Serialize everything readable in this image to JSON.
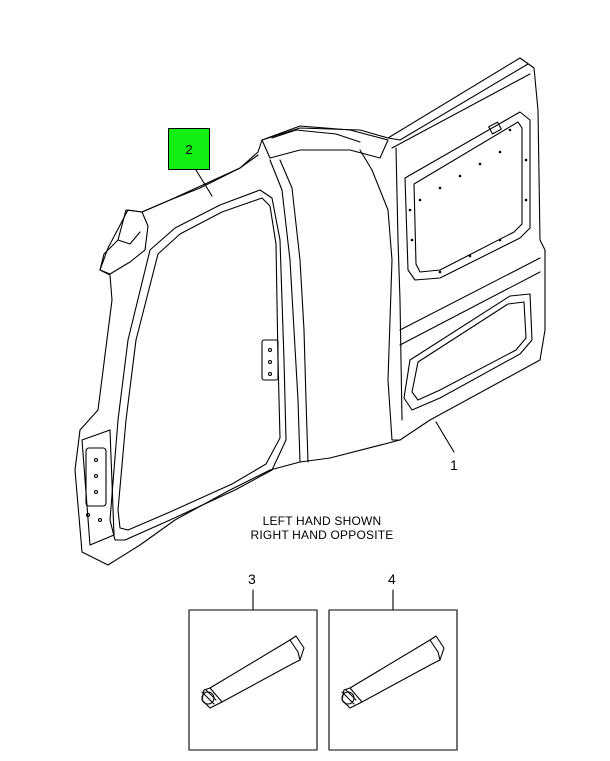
{
  "callouts": {
    "part1": "1",
    "part2": "2",
    "part3": "3",
    "part4": "4"
  },
  "notes": {
    "line1": "LEFT HAND SHOWN",
    "line2": "RIGHT HAND OPPOSITE"
  },
  "colors": {
    "highlight": "#11ee11",
    "line": "#000000",
    "background": "#ffffff"
  }
}
